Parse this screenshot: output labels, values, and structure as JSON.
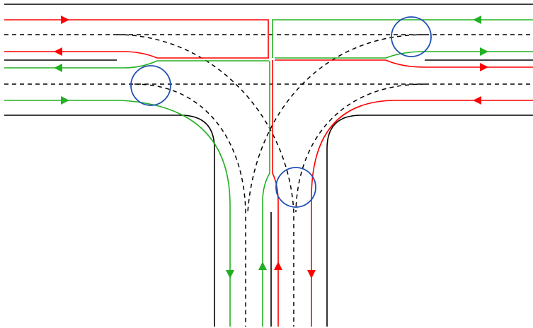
{
  "diagram": {
    "type": "t-intersection-lane-diagram",
    "background": "#ffffff",
    "colors": {
      "boundary": "#000000",
      "guide_dashed": "#000000",
      "path_red": "#ff0000",
      "path_green": "#22b022",
      "conflict_circle": "#1f4fb4"
    },
    "elements": {
      "road_boundaries": [
        "top-boundary",
        "left-arm-boundary",
        "right-arm-boundary",
        "stem-left-boundary",
        "stem-right-boundary",
        "stem-center-line",
        "left-inner-stub",
        "right-inner-stub"
      ],
      "dashed_guides": [
        "upper-dashed-line",
        "lower-dashed-line",
        "left-turn-dashed-curves",
        "right-turn-dashed-curves"
      ],
      "red_paths": [
        "red-eastbound-lane",
        "red-westbound-lane",
        "red-westbound-upper",
        "red-stem-up",
        "red-stem-down"
      ],
      "green_paths": [
        "green-westbound-lane",
        "green-eastbound-upper",
        "green-eastbound-lower",
        "green-stem-up",
        "green-stem-down"
      ],
      "conflict_circles": 3
    }
  }
}
